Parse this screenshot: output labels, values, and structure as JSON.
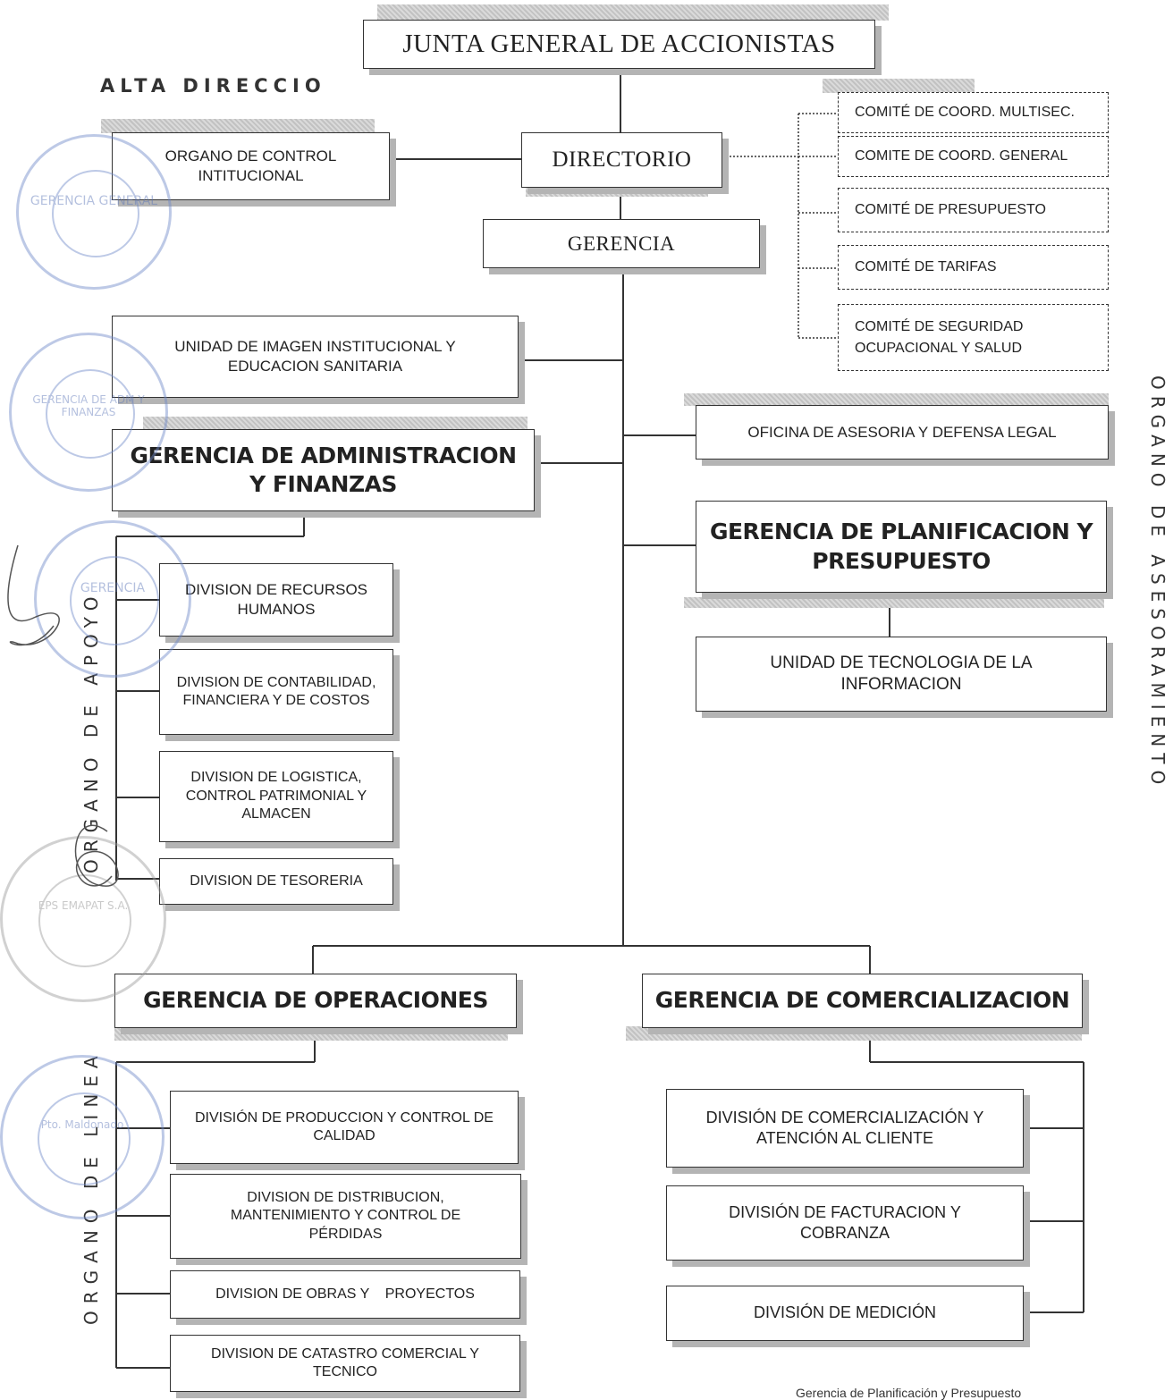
{
  "header": {
    "title": "JUNTA GENERAL DE ACCIONISTAS",
    "section_label": "ALTA DIRECCIO"
  },
  "alta_direccion": {
    "control_interno": "ORGANO DE CONTROL INTITUCIONAL",
    "directorio": "DIRECTORIO",
    "gerencia": "GERENCIA"
  },
  "comites": [
    "COMITÉ DE COORD. MULTISEC.",
    "COMITE DE COORD. GENERAL",
    "COMITÉ DE PRESUPUESTO",
    "COMITÉ DE TARIFAS",
    "COMITÉ DE SEGURIDAD OCUPACIONAL Y SALUD"
  ],
  "apoyo": {
    "imagen": "UNIDAD DE IMAGEN INSTITUCIONAL Y EDUCACION SANITARIA",
    "gerencia_admin": "GERENCIA DE ADMINISTRACION Y FINANZAS",
    "divisiones": [
      "DIVISION DE RECURSOS HUMANOS",
      "DIVISION DE CONTABILIDAD, FINANCIERA Y DE COSTOS",
      "DIVISION DE LOGISTICA, CONTROL PATRIMONIAL Y ALMACEN",
      "DIVISION DE TESORERIA"
    ]
  },
  "asesoramiento": {
    "legal": "OFICINA DE ASESORIA Y DEFENSA LEGAL",
    "planificacion": "GERENCIA DE PLANIFICACION Y PRESUPUESTO",
    "tecnologia": "UNIDAD DE TECNOLOGIA DE LA INFORMACION"
  },
  "linea": {
    "operaciones": "GERENCIA DE OPERACIONES",
    "comercializacion": "GERENCIA DE COMERCIALIZACION",
    "div_operaciones": [
      "DIVISIÓN DE PRODUCCION Y CONTROL DE CALIDAD",
      "DIVISION DE DISTRIBUCION, MANTENIMIENTO Y CONTROL DE PÉRDIDAS",
      "DIVISION DE OBRAS Y    PROYECTOS",
      "DIVISION DE CATASTRO COMERCIAL Y TECNICO"
    ],
    "div_comercial": [
      "DIVISIÓN DE COMERCIALIZACIÓN Y ATENCIÓN AL CLIENTE",
      "DIVISIÓN DE FACTURACION Y COBRANZA",
      "DIVISIÓN DE MEDICIÓN"
    ]
  },
  "side_labels": {
    "apoyo": "ORGANO DE APOYO",
    "linea": "ORGANO DE LINEA",
    "asesoramiento": "ORGANO DE ASESORAMIENTO"
  },
  "stamps": {
    "company": "EPS EMAPAT S.A.",
    "g1": "GERENCIA GENERAL",
    "g2": "GERENCIA DE ADM Y FINANZAS",
    "g3": "GERENCIA",
    "place": "Pto. Maldonado"
  },
  "footer": "Gerencia de Planificación y Presupuesto"
}
